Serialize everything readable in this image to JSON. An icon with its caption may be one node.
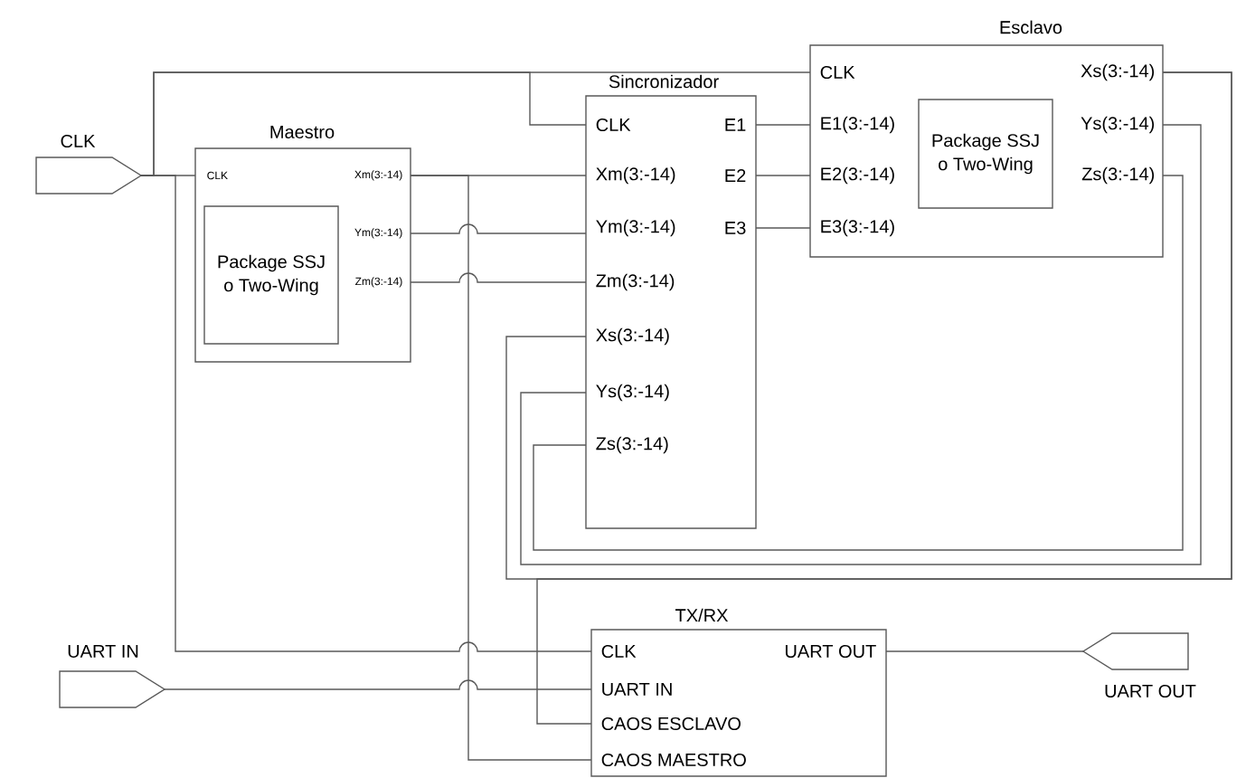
{
  "diagram": {
    "nodes": [
      {
        "text": [
          "CLK"
        ]
      },
      {
        "text": [
          "Maestro",
          "CLK",
          "Xm(3:-14)",
          "Ym(3:-14)",
          "Zm(3:-14)"
        ]
      },
      {
        "text": [
          "Package SSJ o Two-Wing"
        ],
        "in": 1
      },
      {
        "text": [
          "Sincronizador",
          "CLK",
          "E1",
          "Xm(3:-14)",
          "E2",
          "Ym(3:-14)",
          "E3",
          "Zm(3:-14)",
          "Xs(3:-14)",
          "Ys(3:-14)",
          "Zs(3:-14)"
        ]
      },
      {
        "text": [
          "Esclavo",
          "CLK",
          "Xs(3:-14)",
          "E1(3:-14)",
          "Ys(3:-14)",
          "E2(3:-14)",
          "Zs(3:-14)",
          "E3(3:-14)"
        ]
      },
      {
        "text": [
          "Package SSJ o Two-Wing"
        ],
        "in": 4
      },
      {
        "text": [
          "TX/RX",
          "CLK",
          "UART OUT",
          "UART IN",
          "CAOS ESCLAVO",
          "CAOS MAESTRO"
        ]
      },
      {
        "text": [
          "UART IN"
        ]
      },
      {
        "text": [
          "UART OUT"
        ]
      }
    ],
    "edges": [
      {
        "from": 0,
        "to": 1,
        "arrow": "none"
      },
      {
        "from": 0,
        "to": 3,
        "arrow": "none"
      },
      {
        "from": 0,
        "to": 4,
        "arrow": "none"
      },
      {
        "from": 0,
        "to": 6,
        "arrow": "none"
      },
      {
        "from": 1,
        "to": 3,
        "arrow": "none"
      },
      {
        "from": 1,
        "to": 3,
        "arrow": "none"
      },
      {
        "from": 1,
        "to": 3,
        "arrow": "none"
      },
      {
        "from": 1,
        "to": 6,
        "arrow": "none"
      },
      {
        "from": 3,
        "to": 4,
        "arrow": "none"
      },
      {
        "from": 3,
        "to": 4,
        "arrow": "none"
      },
      {
        "from": 3,
        "to": 4,
        "arrow": "none"
      },
      {
        "from": 4,
        "to": 3,
        "arrow": "none"
      },
      {
        "from": 4,
        "to": 3,
        "arrow": "none"
      },
      {
        "from": 4,
        "to": 3,
        "arrow": "none"
      },
      {
        "from": 4,
        "to": 6,
        "arrow": "none"
      },
      {
        "from": 7,
        "to": 6,
        "arrow": "none"
      },
      {
        "from": 6,
        "to": 8,
        "arrow": "none"
      }
    ]
  }
}
